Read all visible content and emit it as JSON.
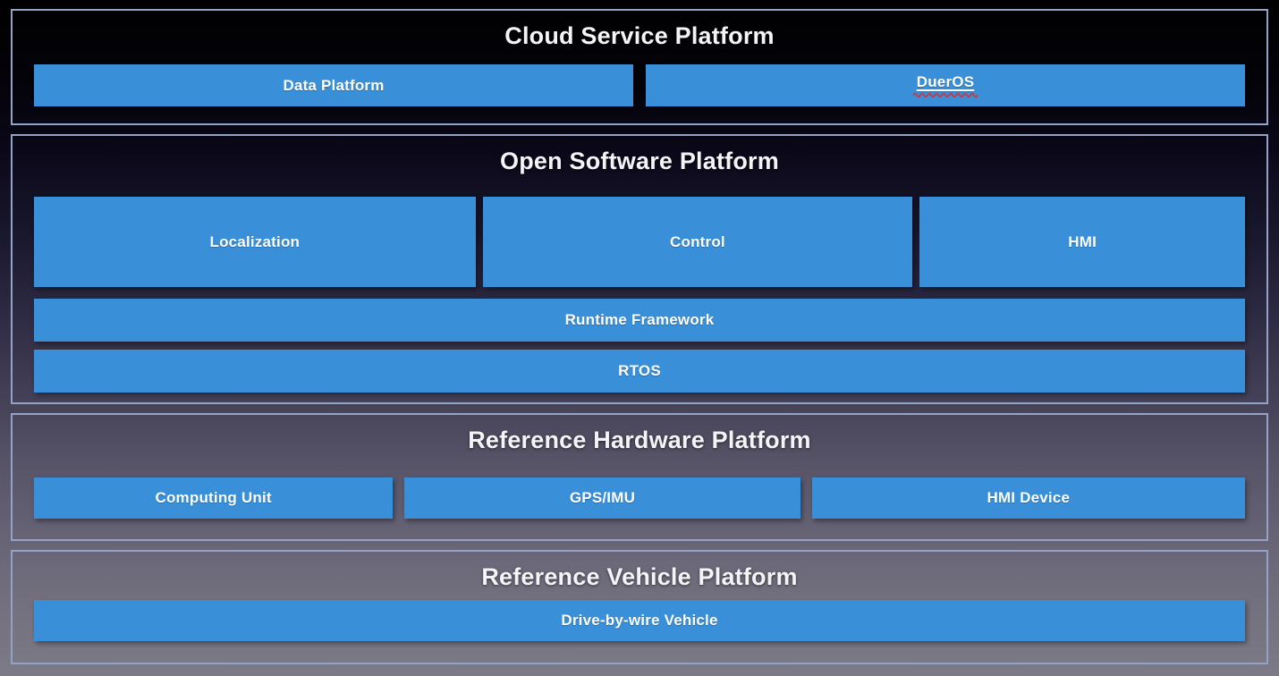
{
  "colors": {
    "box_blue": "#3990d9",
    "section_border": "#94a2c6",
    "title_color": "#f4f4f6",
    "label_color": "#ffffff",
    "squiggle_red": "#e02b2b",
    "background_top": "#000000",
    "background_bottom": "#7d7a88"
  },
  "cloud": {
    "title": "Cloud Service Platform",
    "boxes": [
      {
        "label": "Data Platform"
      },
      {
        "label": "DuerOS",
        "misspelling_marker": "red-wavy-underline"
      }
    ]
  },
  "software": {
    "title": "Open Software Platform",
    "modules": [
      {
        "label": "Localization"
      },
      {
        "label": "Control"
      },
      {
        "label": "HMI"
      }
    ],
    "layers": [
      {
        "label": "Runtime Framework"
      },
      {
        "label": "RTOS"
      }
    ]
  },
  "hardware": {
    "title": "Reference Hardware Platform",
    "components": [
      {
        "label": "Computing Unit"
      },
      {
        "label": "GPS/IMU"
      },
      {
        "label": "HMI Device"
      }
    ]
  },
  "vehicle": {
    "title": "Reference Vehicle Platform",
    "components": [
      {
        "label": "Drive-by-wire Vehicle"
      }
    ]
  }
}
